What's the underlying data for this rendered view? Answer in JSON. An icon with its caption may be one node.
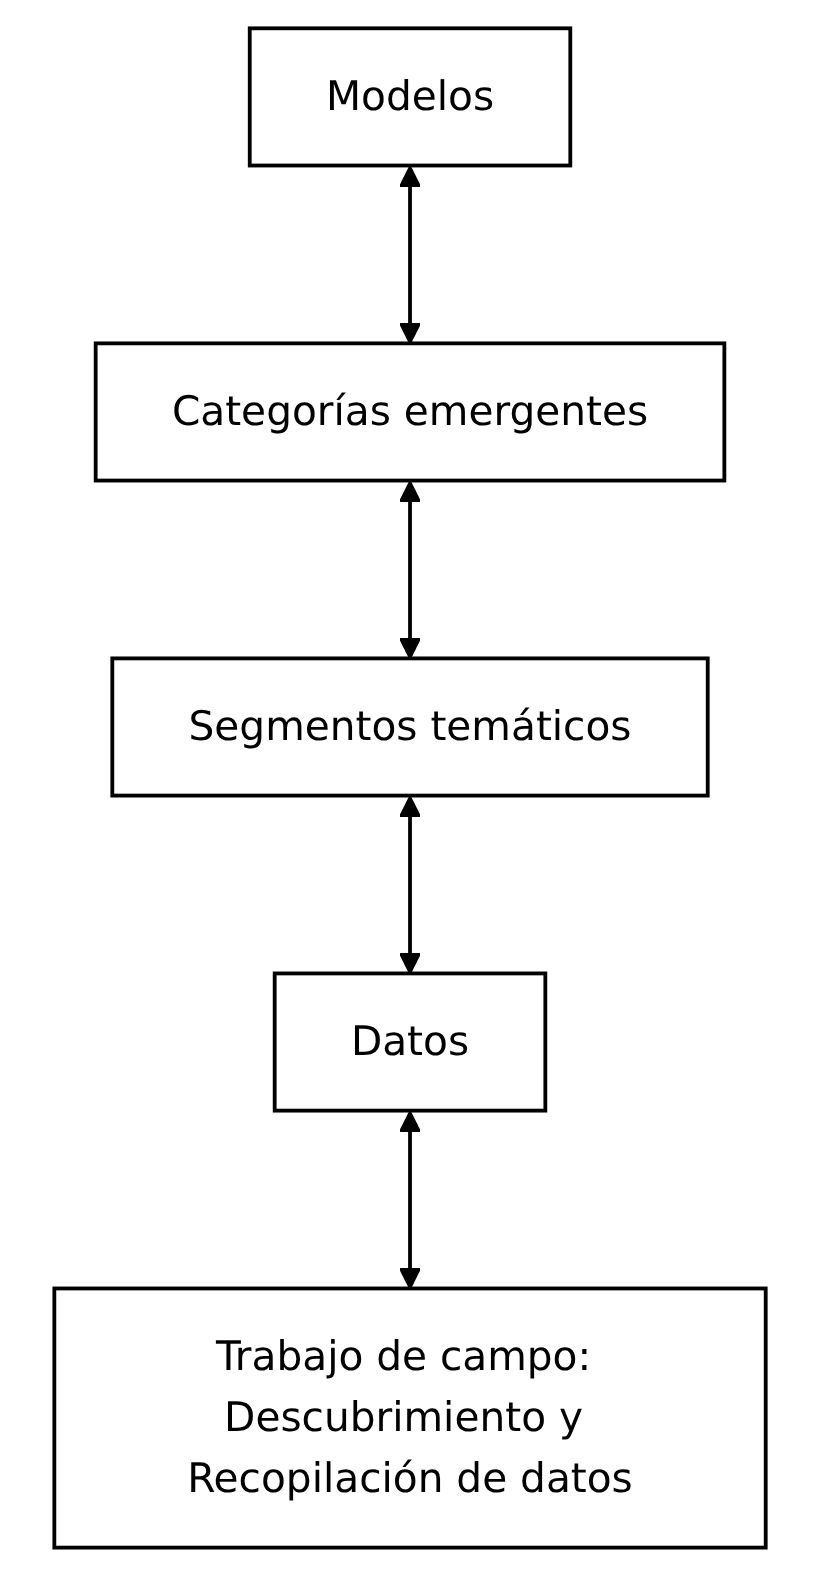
{
  "diagram": {
    "nodes": [
      {
        "text": [
          "Modelos"
        ]
      },
      {
        "text": [
          "Categorías emergentes"
        ]
      },
      {
        "text": [
          "Segmentos temáticos"
        ]
      },
      {
        "text": [
          "Datos"
        ]
      },
      {
        "text": [
          "Trabajo de campo: Descubrimiento y Recopilación de datos"
        ]
      }
    ],
    "edges": [
      {
        "from": 0,
        "to": 1,
        "arrow": "both"
      },
      {
        "from": 1,
        "to": 2,
        "arrow": "both"
      },
      {
        "from": 2,
        "to": 3,
        "arrow": "both"
      },
      {
        "from": 3,
        "to": 4,
        "arrow": "both"
      }
    ]
  }
}
